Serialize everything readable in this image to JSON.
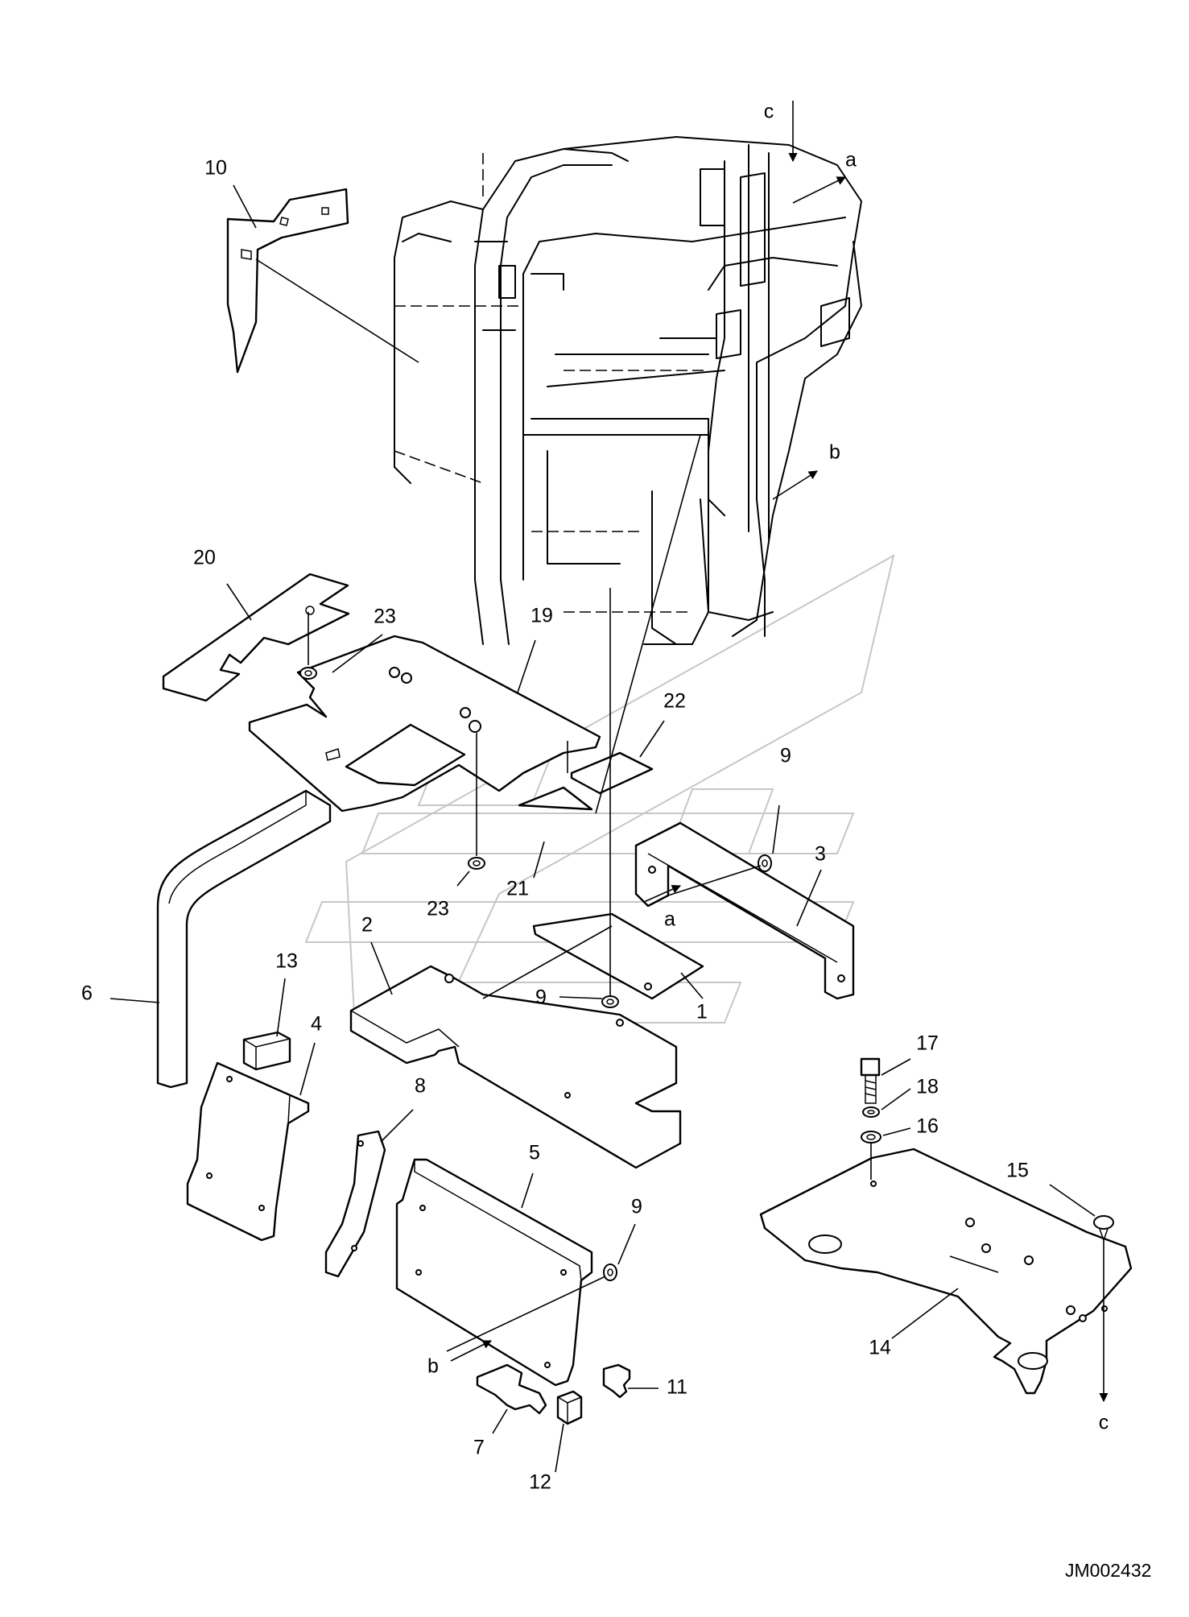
{
  "diagram": {
    "document_id": "JM002432",
    "callouts": {
      "part_1": "1",
      "part_2": "2",
      "part_3": "3",
      "part_4": "4",
      "part_5": "5",
      "part_6": "6",
      "part_7": "7",
      "part_8": "8",
      "part_9_top": "9",
      "part_9_mid": "9",
      "part_9_low": "9",
      "part_10": "10",
      "part_11": "11",
      "part_12": "12",
      "part_13": "13",
      "part_14": "14",
      "part_15": "15",
      "part_16": "16",
      "part_17": "17",
      "part_18": "18",
      "part_19": "19",
      "part_20": "20",
      "part_21": "21",
      "part_22": "22",
      "part_23_top": "23",
      "part_23_low": "23"
    },
    "reference_arrows": {
      "a_top": "a",
      "a_low": "a",
      "b_top": "b",
      "b_low": "b",
      "c_top": "c",
      "c_low": "c"
    }
  }
}
